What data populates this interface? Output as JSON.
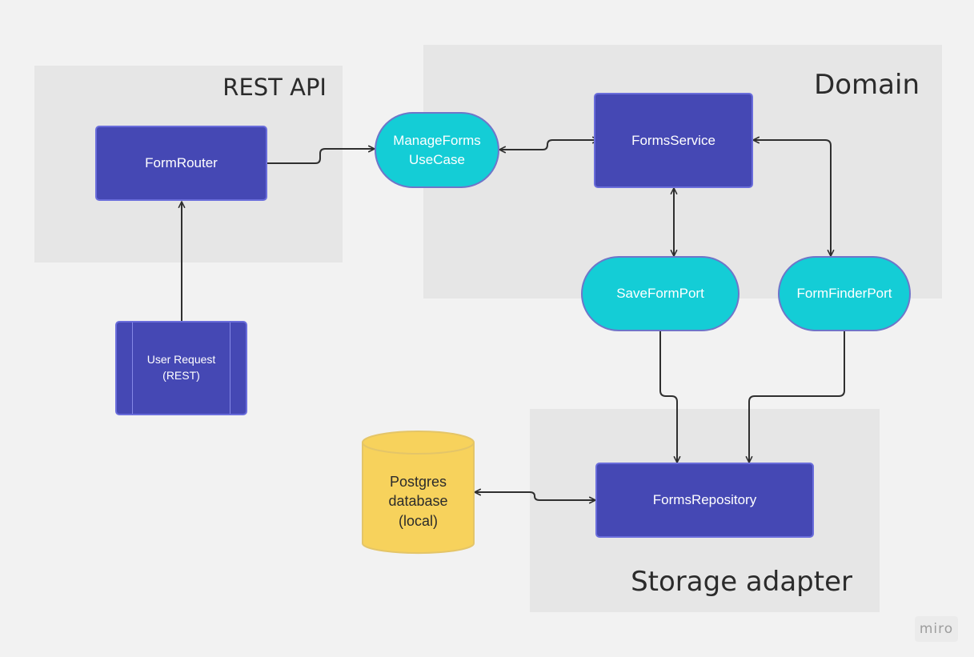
{
  "groups": {
    "rest_api": "REST API",
    "domain": "Domain",
    "storage_adapter": "Storage adapter"
  },
  "nodes": {
    "form_router": "FormRouter",
    "user_request": "User Request\n(REST)",
    "manage_forms_use_case": "ManageForms\nUseCase",
    "forms_service": "FormsService",
    "save_form_port": "SaveFormPort",
    "form_finder_port": "FormFinderPort",
    "forms_repository": "FormsRepository",
    "postgres_database": "Postgres\ndatabase\n(local)"
  },
  "edges": [
    {
      "from": "user_request",
      "to": "form_router",
      "direction": "forward"
    },
    {
      "from": "form_router",
      "to": "manage_forms_use_case",
      "direction": "forward"
    },
    {
      "from": "manage_forms_use_case",
      "to": "forms_service",
      "direction": "both"
    },
    {
      "from": "forms_service",
      "to": "save_form_port",
      "direction": "both"
    },
    {
      "from": "forms_service",
      "to": "form_finder_port",
      "direction": "both"
    },
    {
      "from": "save_form_port",
      "to": "forms_repository",
      "direction": "forward"
    },
    {
      "from": "form_finder_port",
      "to": "forms_repository",
      "direction": "forward"
    },
    {
      "from": "postgres_database",
      "to": "forms_repository",
      "direction": "both"
    }
  ],
  "watermark": "miro",
  "colors": {
    "background": "#f2f2f2",
    "group_fill": "#e6e6e6",
    "component_fill": "#4548b4",
    "port_fill": "#14cdd6",
    "database_fill": "#f7d25c",
    "connector": "#2f2f2f"
  }
}
